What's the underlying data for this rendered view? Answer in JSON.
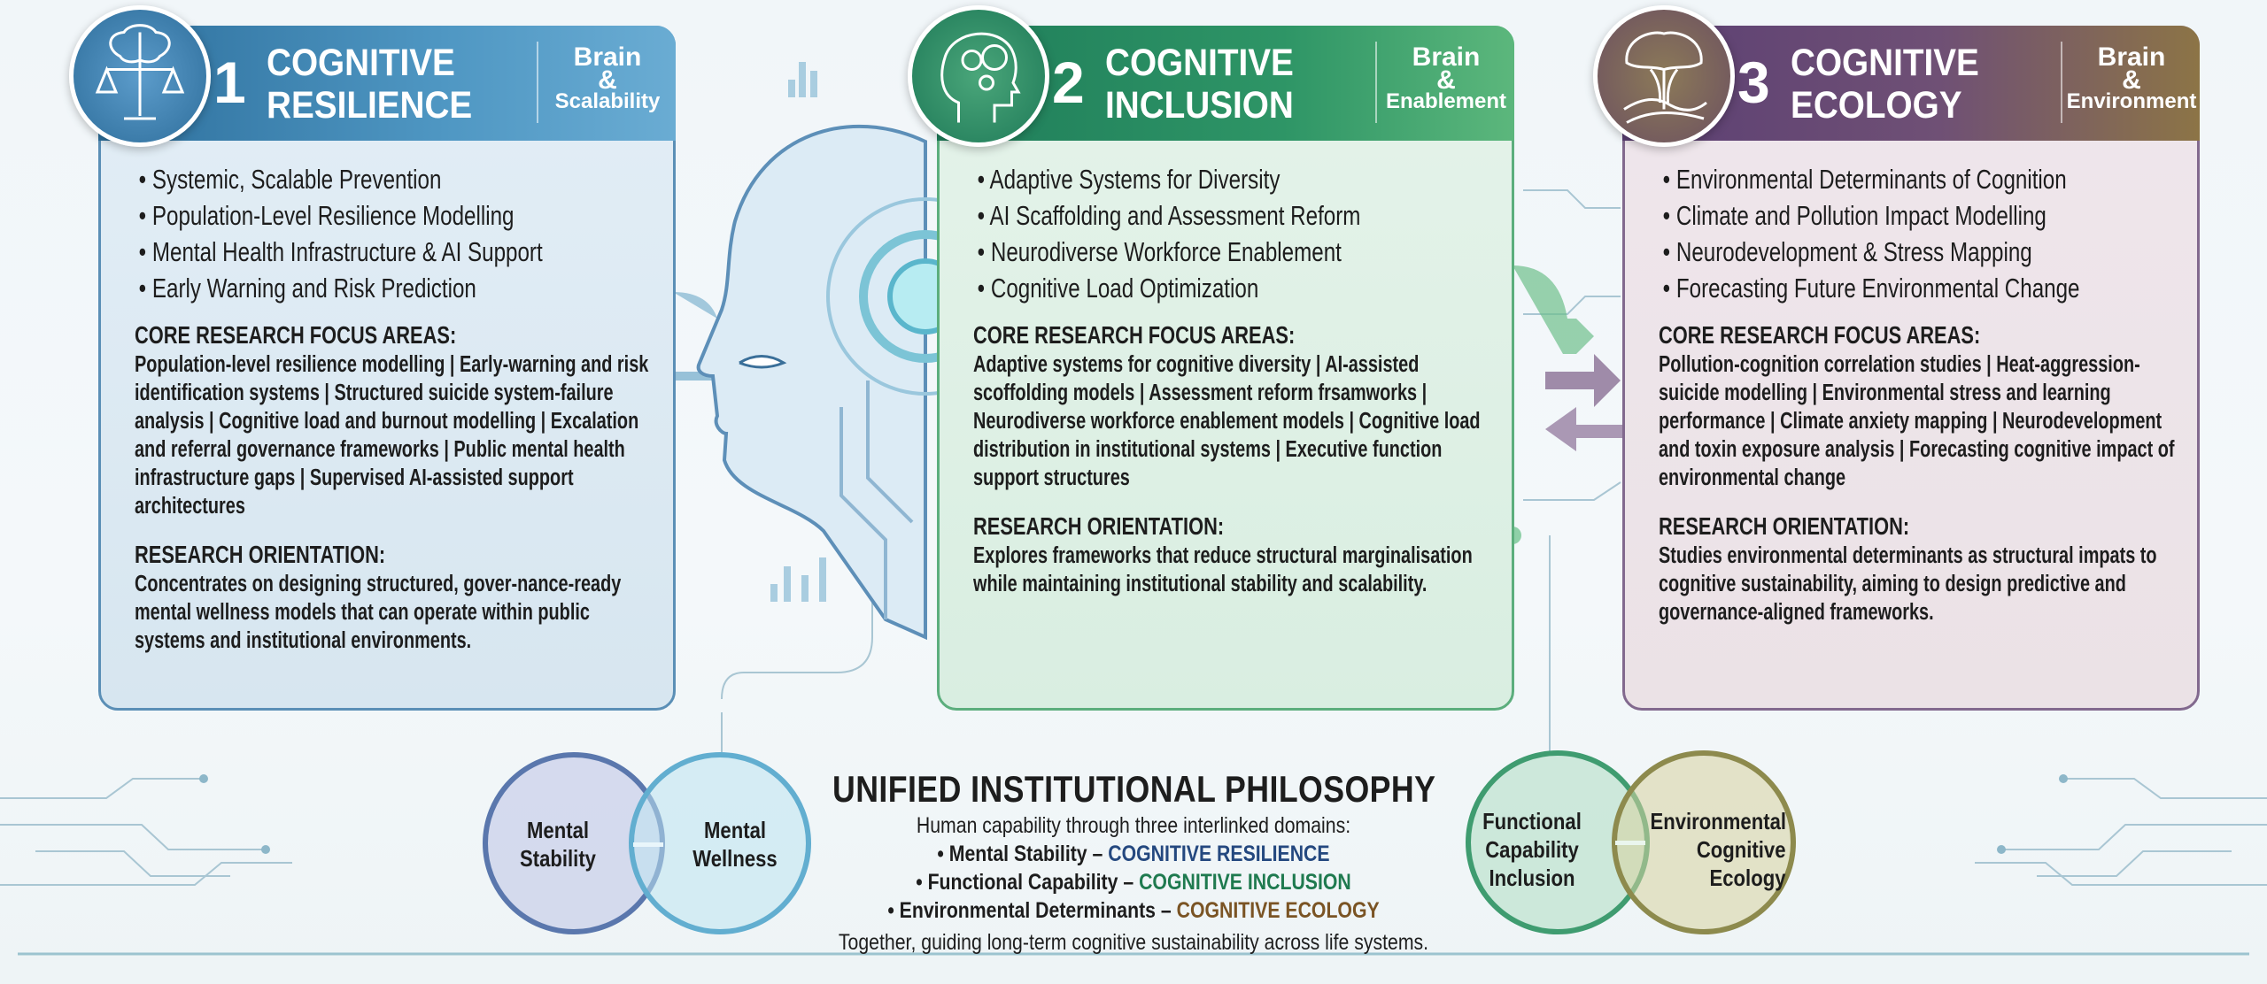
{
  "cards": [
    {
      "number": "1",
      "title_line1": "COGNITIVE",
      "title_line2": "RESILIENCE",
      "sub_top": "Brain",
      "sub_amp": "&",
      "sub_bottom": "Scalability",
      "icon": "brain-scales-icon",
      "bullets": [
        "Systemic, Scalable Prevention",
        "Population-Level Resilience Modelling",
        "Mental Health Infrastructure & AI Support",
        "Early Warning and Risk Prediction"
      ],
      "focus_heading": "CORE RESEARCH FOCUS AREAS:",
      "focus_text": "Population-level resilience modelling | Early-warning and risk identification systems | Structured suicide system-failure analysis | Cognitive load and burnout modelling | Excalation and referral governance frameworks | Public mental health infrastructure gaps | Supervised AI-assisted support architectures",
      "orientation_heading": "RESEARCH ORIENTATION:",
      "orientation_text": "Concentrates on designing structured, gover-nance-ready mental wellness models that can operate within public systems and institutional environments."
    },
    {
      "number": "2",
      "title_line1": "COGNITIVE",
      "title_line2": "INCLUSION",
      "sub_top": "Brain",
      "sub_amp": "&",
      "sub_bottom": "Enablement",
      "icon": "head-gears-icon",
      "bullets": [
        "Adaptive Systems for Diversity",
        "AI Scaffolding and Assessment Reform",
        "Neurodiverse Workforce Enablement",
        "Cognitive Load Optimization"
      ],
      "focus_heading": "CORE RESEARCH FOCUS AREAS:",
      "focus_text": "Adaptive systems for cognitive diversity | AI-assisted scoffolding models | Assessment reform frsamworks | Neurodiverse workforce enablement models | Cognitive load distribution in institutional systems | Executive function support structures",
      "orientation_heading": "RESEARCH ORIENTATION:",
      "orientation_text": "Explores frameworks that reduce structural marginalisation while maintaining institutional stability and scalability."
    },
    {
      "number": "3",
      "title_line1": "COGNITIVE",
      "title_line2": "ECOLOGY",
      "sub_top": "Brain",
      "sub_amp": "&",
      "sub_bottom": "Environment",
      "icon": "tree-landscape-icon",
      "bullets": [
        "Environmental Determinants of Cognition",
        "Climate and Pollution Impact Modelling",
        "Neurodevelopment & Stress Mapping",
        "Forecasting Future Environmental Change"
      ],
      "focus_heading": "CORE RESEARCH FOCUS AREAS:",
      "focus_text": "Pollution-cognition correlation studies | Heat-aggression-suicide modelling | Environmental stress and learning performance | Climate anxiety mapping | Neurodevelopment and toxin exposure analysis | Forecasting cognitive impact of environmental change",
      "orientation_heading": "RESEARCH ORIENTATION:",
      "orientation_text": "Studies environmental determinants as structural impats to cognitive sustainability, aiming to design predictive and governance-aligned frameworks."
    }
  ],
  "philosophy": {
    "title": "UNIFIED INSTITUTIONAL PHILOSOPHY",
    "intro": "Human capability through three interlinked domains:",
    "items": [
      {
        "label": "• Mental Stability –",
        "domain": "COGNITIVE RESILIENCE",
        "color": "#24487f"
      },
      {
        "label": "• Functional Capability –",
        "domain": "COGNITIVE INCLUSION",
        "color": "#1f7a4f"
      },
      {
        "label": "• Environmental Determinants –",
        "domain": "COGNITIVE ECOLOGY",
        "color": "#7a5424"
      }
    ],
    "closing": "Together, guiding long-term cognitive sustainability across life systems."
  },
  "venn_left": {
    "left": [
      "Mental",
      "Stability"
    ],
    "right": [
      "Mental",
      "Wellness"
    ]
  },
  "venn_right": {
    "left": [
      "Functional",
      "Capability",
      "Inclusion"
    ],
    "right": [
      "Environmental",
      "Cognitive",
      "Ecology"
    ]
  }
}
